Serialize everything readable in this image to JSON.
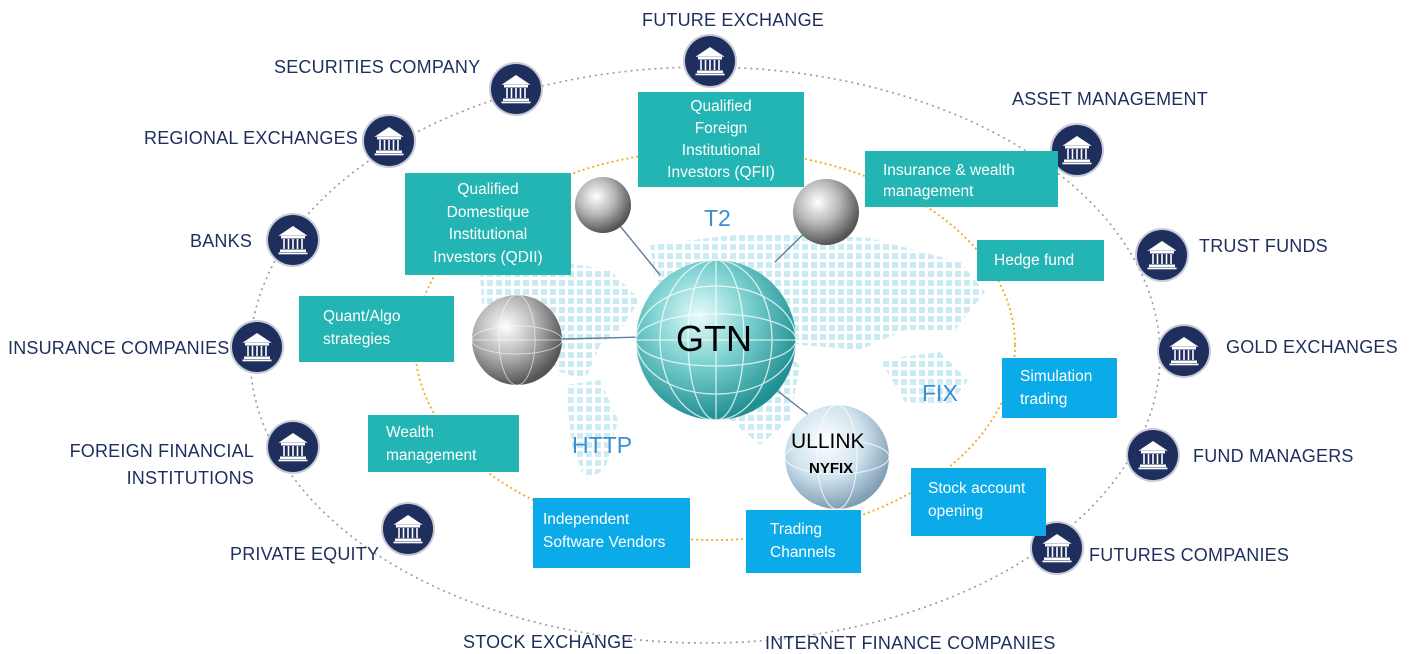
{
  "center": {
    "main": "GTN",
    "sub_main": "ULLINK",
    "sub_secondary": "NYFIX"
  },
  "protocols": {
    "t2": "T2",
    "fix": "FIX",
    "http": "HTTP"
  },
  "institutions": {
    "future_exchange": "FUTURE EXCHANGE",
    "securities_company": "SECURITIES COMPANY",
    "regional_exchanges": "REGIONAL EXCHANGES",
    "banks": "BANKS",
    "insurance_companies": "INSURANCE COMPANIES",
    "foreign_financial_1": "FOREIGN FINANCIAL",
    "foreign_financial_2": "INSTITUTIONS",
    "private_equity": "PRIVATE EQUITY",
    "stock_exchange": "STOCK EXCHANGE",
    "internet_finance": "INTERNET FINANCE COMPANIES",
    "futures_companies": "FUTURES COMPANIES",
    "fund_managers": "FUND MANAGERS",
    "gold_exchanges": "GOLD EXCHANGES",
    "trust_funds": "TRUST FUNDS",
    "asset_management": "ASSET MANAGEMENT"
  },
  "services": {
    "qfii": [
      "Qualified",
      "Foreign",
      "Institutional",
      "Investors (QFII)"
    ],
    "qdii": [
      "Qualified",
      "Domestique",
      "Institutional",
      "Investors (QDII)"
    ],
    "insurance_wealth": [
      "Insurance & wealth",
      "management"
    ],
    "hedge_fund": [
      "Hedge fund"
    ],
    "quant_algo": [
      "Quant/Algo",
      "strategies"
    ],
    "simulation": [
      "Simulation",
      "trading"
    ],
    "wealth_mgmt": [
      "Wealth",
      "management"
    ],
    "stock_account": [
      "Stock account",
      "opening"
    ],
    "isv": [
      "Independent",
      "Software Vendors"
    ],
    "trading_channels": [
      "Trading",
      "Channels"
    ]
  },
  "colors": {
    "navy": "#1e2f5e",
    "teal": "#23b5b3",
    "blue": "#0aabe8",
    "protocol_text": "#3a8fd1",
    "orange_ring": "#f2a81d",
    "gray_ring": "#9a9a9a",
    "map_dots": "#c9eaf2"
  },
  "icons": {
    "institution": "bank-building-icon",
    "globe": "globe-icon"
  }
}
